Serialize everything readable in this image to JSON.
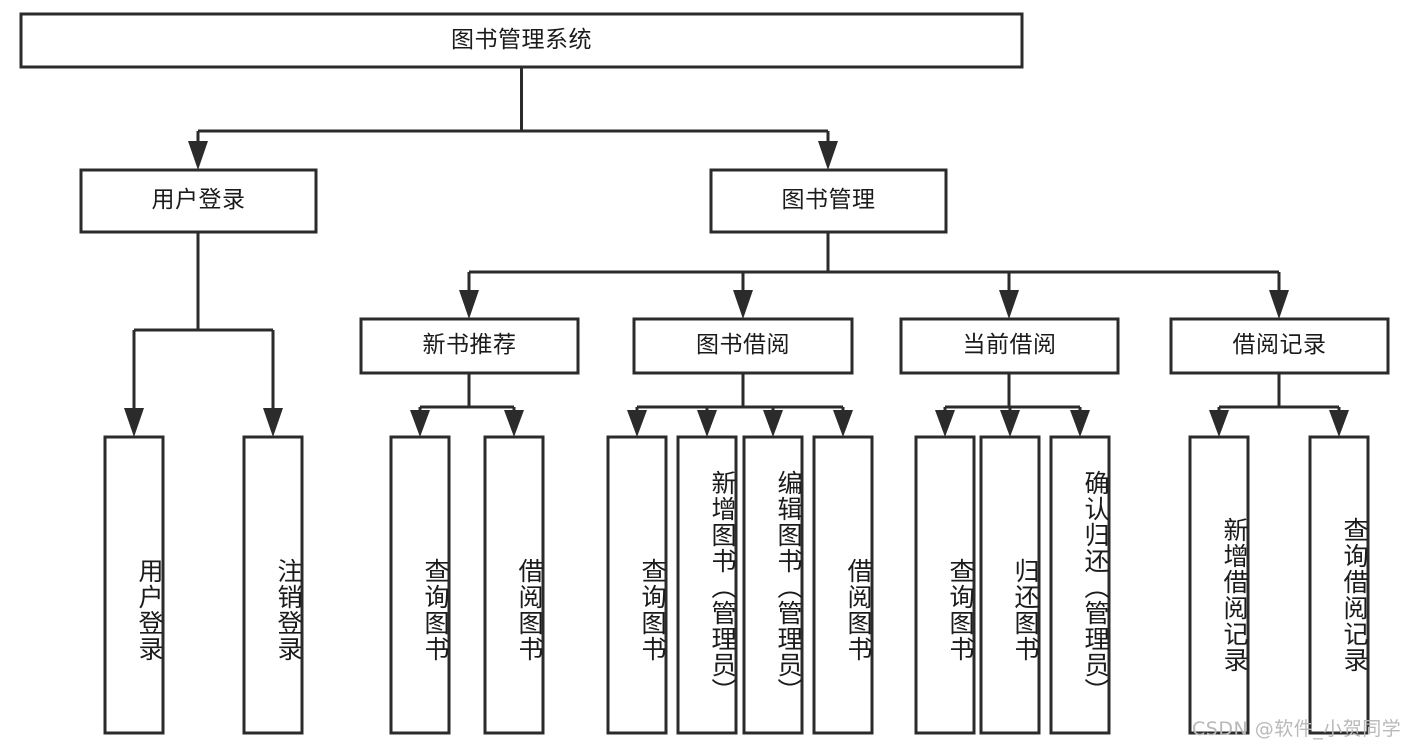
{
  "diagram": {
    "title": "图书管理系统",
    "type": "tree-hierarchy",
    "watermark": "CSDN @软件_小贺同学",
    "root": {
      "label": "图书管理系统"
    },
    "level1": [
      {
        "label": "用户登录"
      },
      {
        "label": "图书管理"
      }
    ],
    "level2": [
      {
        "label": "新书推荐"
      },
      {
        "label": "图书借阅"
      },
      {
        "label": "当前借阅"
      },
      {
        "label": "借阅记录"
      }
    ],
    "leaves": {
      "user_login": [
        {
          "label": "用户登录"
        },
        {
          "label": "注销登录"
        }
      ],
      "new_book_recommend": [
        {
          "label": "查询图书"
        },
        {
          "label": "借阅图书"
        }
      ],
      "book_borrow": [
        {
          "label": "查询图书"
        },
        {
          "label": "新增图书（管理员）"
        },
        {
          "label": "编辑图书（管理员）"
        },
        {
          "label": "借阅图书"
        }
      ],
      "current_borrow": [
        {
          "label": "查询图书"
        },
        {
          "label": "归还图书"
        },
        {
          "label": "确认归还（管理员）"
        }
      ],
      "borrow_record": [
        {
          "label": "新增借阅记录"
        },
        {
          "label": "查询借阅记录"
        }
      ]
    },
    "colors": {
      "stroke": "#2b2b2b",
      "fill": "#ffffff",
      "text": "#1b1b1b",
      "watermark": "#b9b9b9"
    }
  }
}
